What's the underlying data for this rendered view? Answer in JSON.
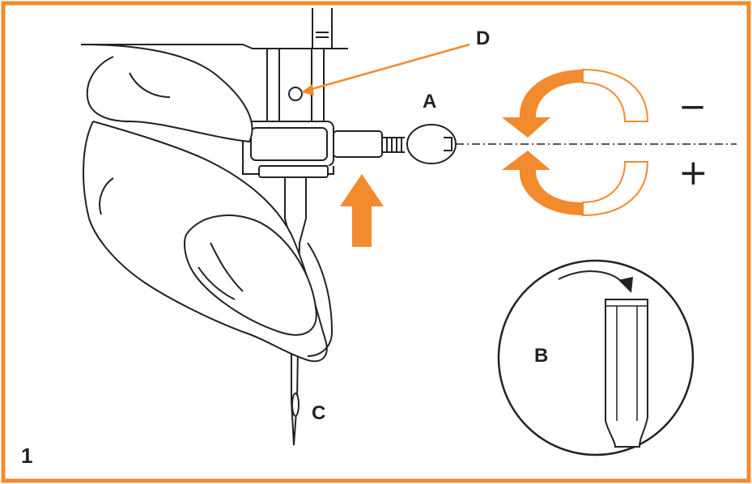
{
  "figure": {
    "number": "1",
    "labels": {
      "a": "A",
      "b": "B",
      "c": "C",
      "d": "D"
    },
    "direction": {
      "minus": "−",
      "plus": "+"
    }
  },
  "colors": {
    "accent": "#f28a2e",
    "line": "#222222",
    "background": "#ffffff"
  },
  "icons": {
    "rotate": "circular-rotation-arrows",
    "up": "up-arrow",
    "turn": "curved-arrow"
  }
}
